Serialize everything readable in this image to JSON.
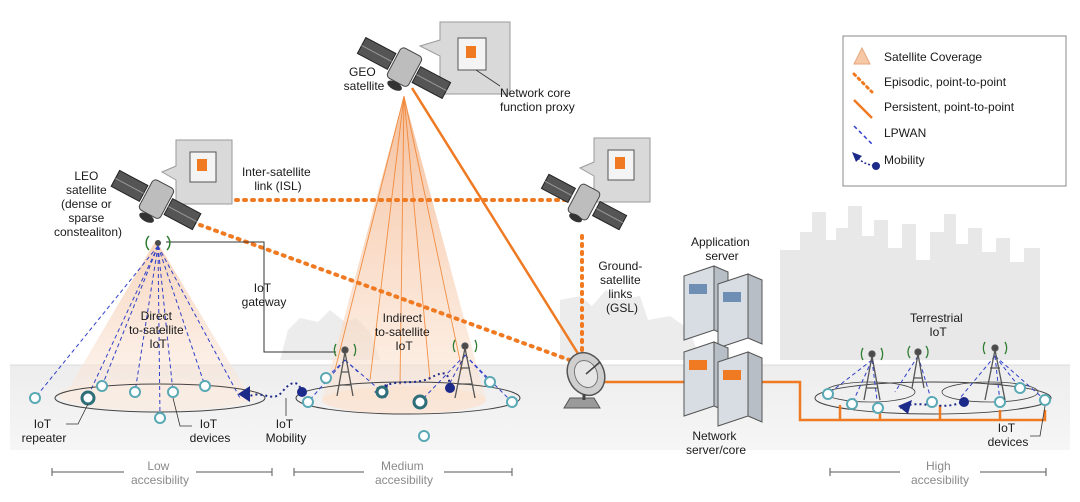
{
  "labels": {
    "geo_satellite": [
      "GEO",
      "satellite"
    ],
    "network_core_proxy": [
      "Network core",
      "function proxy"
    ],
    "leo_satellite": [
      "LEO",
      "satellite",
      "(dense or",
      "sparse",
      "constealiton)"
    ],
    "isl": [
      "Inter-satellite",
      "link (ISL)"
    ],
    "iot_gateway": [
      "IoT",
      "gateway"
    ],
    "direct": [
      "Direct",
      "to-satellite",
      "IoT"
    ],
    "indirect": [
      "Indirect",
      "to-satellite",
      "IoT"
    ],
    "gsl": [
      "Ground-",
      "satellite",
      "links",
      "(GSL)"
    ],
    "application_server": [
      "Application",
      "server"
    ],
    "network_server": [
      "Network",
      "server/core"
    ],
    "terrestrial_iot": [
      "Terrestrial",
      "IoT"
    ],
    "iot_repeater": [
      "IoT",
      "repeater"
    ],
    "iot_devices_left": [
      "IoT",
      "devices"
    ],
    "iot_mobility": [
      "IoT",
      "Mobility"
    ],
    "iot_devices_right": [
      "IoT",
      "devices"
    ]
  },
  "accessibility": {
    "low": [
      "Low",
      "accesibility"
    ],
    "medium": [
      "Medium",
      "accesibility"
    ],
    "high": [
      "High",
      "accesibility"
    ]
  },
  "legend": {
    "items": [
      {
        "label": "Satellite Coverage",
        "icon": "coverage-cone"
      },
      {
        "label": "Episodic, point-to-point",
        "icon": "dotted-orange-line"
      },
      {
        "label": "Persistent, point-to-point",
        "icon": "solid-orange-line"
      },
      {
        "label": "LPWAN",
        "icon": "dashed-blue-line"
      },
      {
        "label": "Mobility",
        "icon": "mobility-arrow"
      }
    ]
  },
  "colors": {
    "orange": "#f07a22",
    "navy": "#1c2a8a",
    "lpwan_blue": "#3040c8",
    "device_teal": "#5aa9b5",
    "cone": "#f6c8a6",
    "skyline": "#e4e4e4",
    "ground": "#ececec"
  }
}
